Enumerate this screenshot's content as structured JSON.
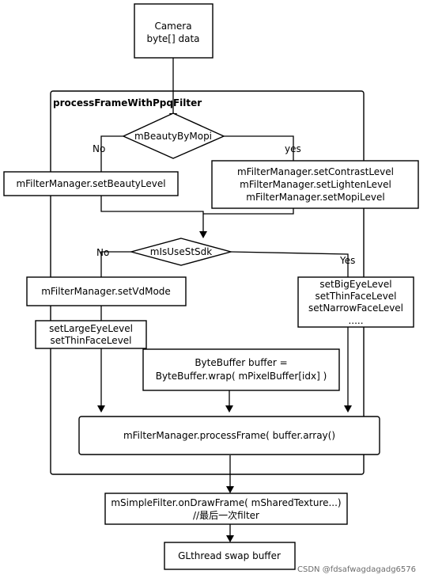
{
  "flowchart": {
    "camera": {
      "line1": "Camera",
      "line2": "byte[] data"
    },
    "group_title": "processFrameWithPpqFilter",
    "decision_beauty": {
      "label": "mBeautyByMopi",
      "no": "No",
      "yes": "yes"
    },
    "set_beauty_level": "mFilterManager.setBeautyLevel",
    "mopi_levels": {
      "line1": "mFilterManager.setContrastLevel",
      "line2": "mFilterManager.setLightenLevel",
      "line3": "mFilterManager.setMopiLevel"
    },
    "decision_st": {
      "label": "mIsUseStSdk",
      "no": "No",
      "yes": "Yes"
    },
    "set_vd_mode": "mFilterManager.setVdMode",
    "no_st_params": {
      "line1": "setLargeEyeLevel",
      "line2": "setThinFaceLevel"
    },
    "st_params": {
      "line1": "setBigEyeLevel",
      "line2": "setThinFaceLevel",
      "line3": "setNarrowFaceLevel",
      "line4": "....."
    },
    "bytebuffer": {
      "line1": "ByteBuffer buffer =",
      "line2": "ByteBuffer.wrap( mPixelBuffer[idx] )"
    },
    "process_frame": "mFilterManager.processFrame( buffer.array()",
    "on_draw_frame": {
      "line1": "mSimpleFilter.onDrawFrame( mSharedTexture...)",
      "line2": "//最后一次filter"
    },
    "swap_buffer": "GLthread swap buffer"
  },
  "watermark": "CSDN @fdsafwagdagadg6576"
}
